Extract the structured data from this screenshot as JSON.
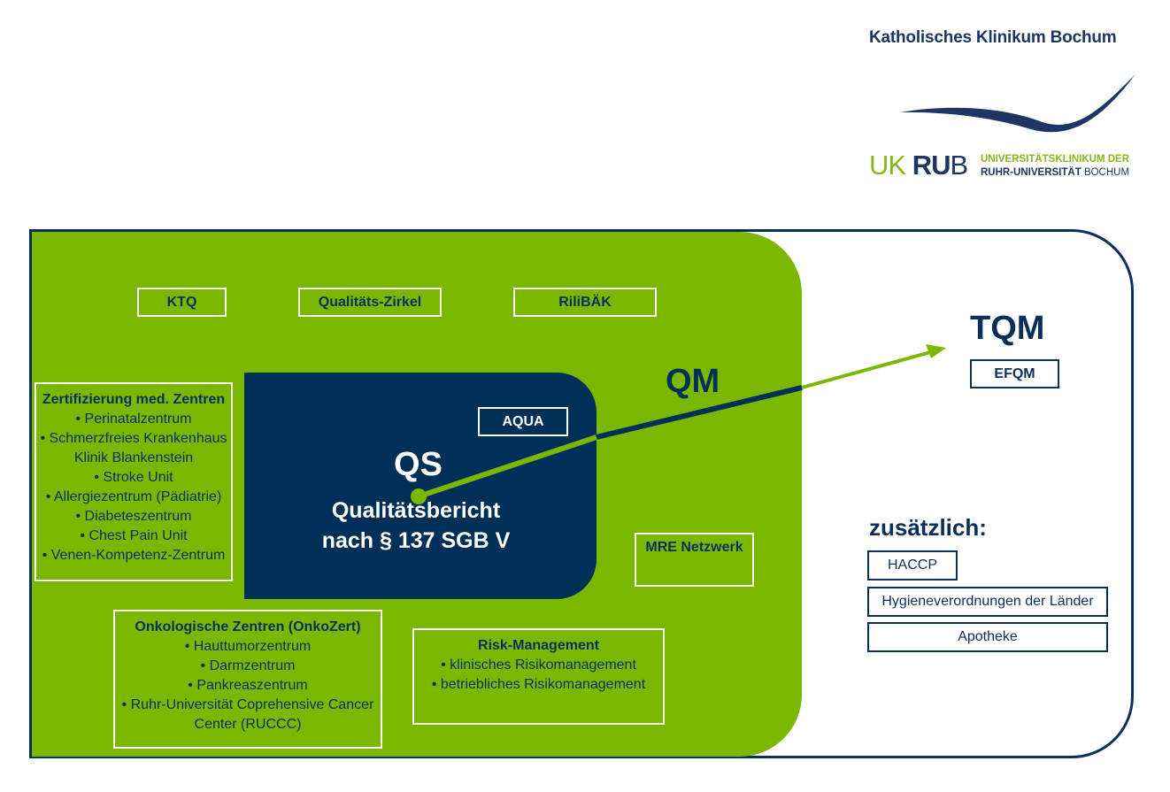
{
  "logo": {
    "title": "Katholisches Klinikum Bochum",
    "uk": "UK",
    "ru": "RU",
    "b": "B",
    "subtitle_line1": "UNIVERSITÄTSKLINIKUM DER",
    "subtitle_line2_bold": "RUHR-UNIVERSITÄT",
    "subtitle_line2_normal": "BOCHUM",
    "colors": {
      "green": "#86b81a",
      "navy": "#1d3664"
    }
  },
  "colors": {
    "green": "#7ab800",
    "navy": "#003057",
    "border": "#0b2f5b",
    "white": "#ffffff"
  },
  "top_labels": {
    "ktq": "KTQ",
    "zirkel": "Qualitäts-Zirkel",
    "rilibaek": "RiliBÄK"
  },
  "zertifizierung": {
    "title": "Zertifizierung med. Zentren",
    "items": [
      "• Perinatalzentrum",
      "• Schmerzfreies Krankenhaus",
      "Klinik Blankenstein",
      "• Stroke Unit",
      "• Allergiezentrum (Pädiatrie)",
      "• Diabeteszentrum",
      "• Chest Pain Unit",
      "• Venen-Kompetenz-Zentrum"
    ]
  },
  "qs": {
    "aqua": "AQUA",
    "title": "QS",
    "line1": "Qualitätsbericht",
    "line2": "nach § 137 SGB V"
  },
  "qm": {
    "label": "QM",
    "mre": "MRE Netzwerk"
  },
  "onko": {
    "title": "Onkologische Zentren (OnkoZert)",
    "items": [
      "• Hauttumorzentrum",
      "• Darmzentrum",
      "• Pankreaszentrum",
      "• Ruhr-Universität Coprehensive Cancer",
      "Center (RUCCC)"
    ]
  },
  "risk": {
    "title": "Risk-Management",
    "items": [
      "• klinisches Risikomanagement",
      "• betriebliches Risikomanagement"
    ]
  },
  "tqm": {
    "label": "TQM",
    "efqm": "EFQM"
  },
  "zusaetzlich": {
    "title": "zusätzlich:",
    "items": [
      "HACCP",
      "Hygieneverordnungen der Länder",
      "Apotheke"
    ]
  }
}
